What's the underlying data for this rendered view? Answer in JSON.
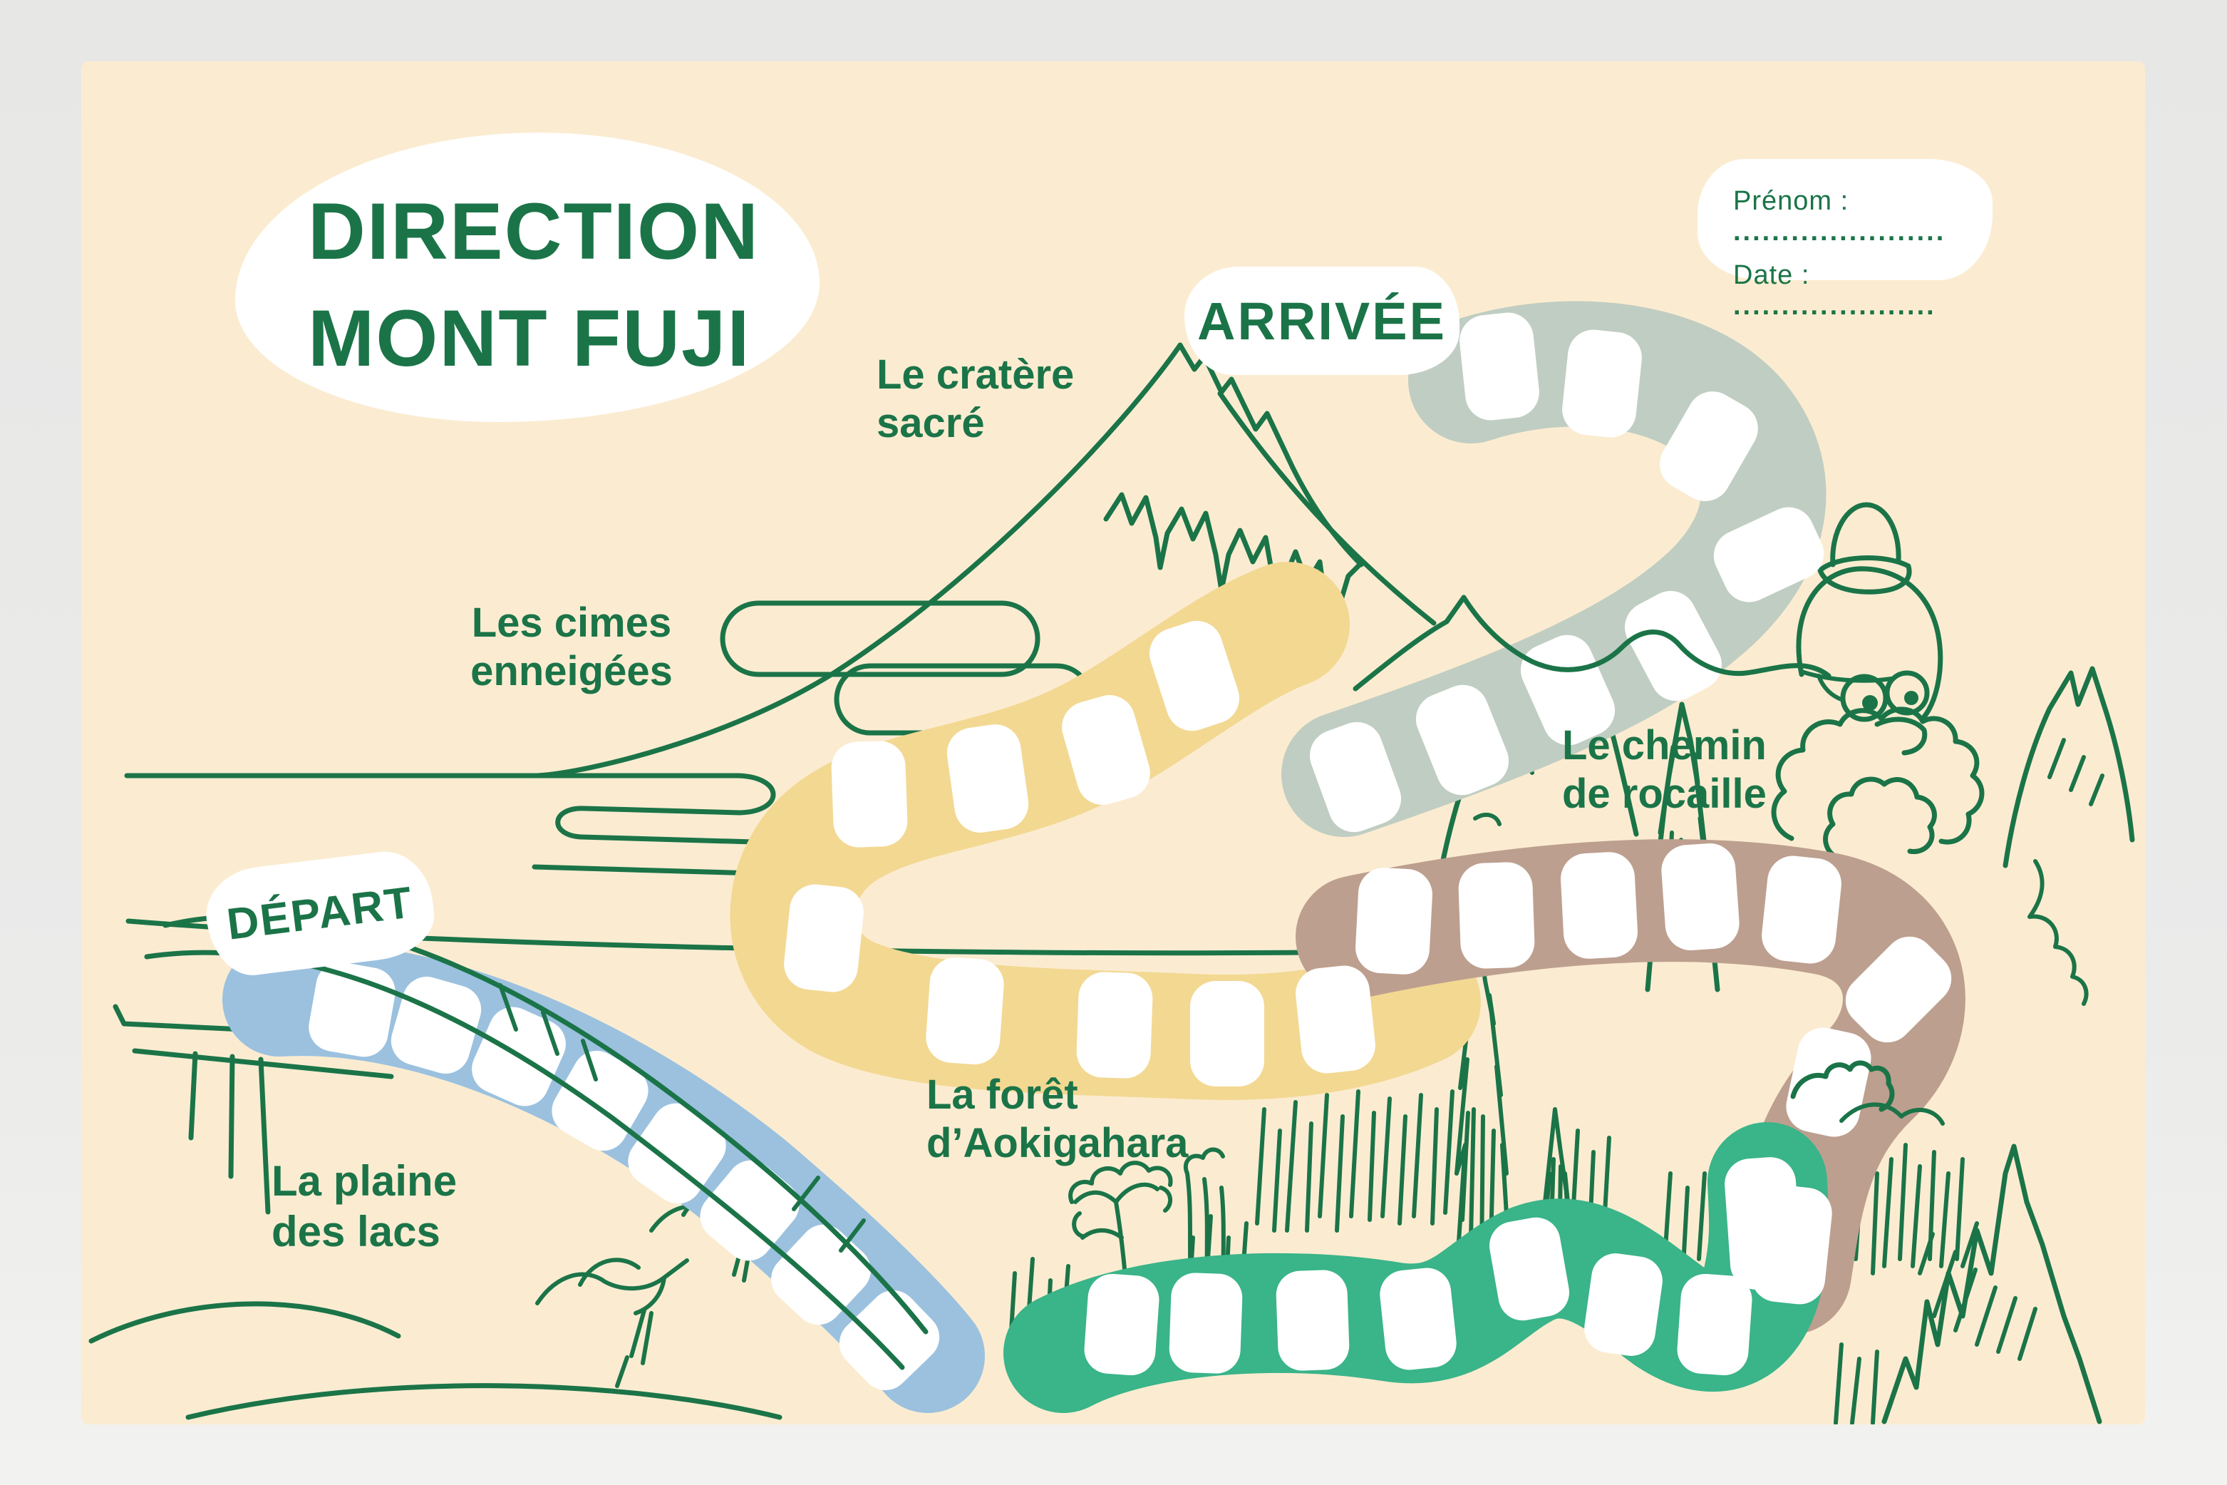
{
  "title": {
    "line1": "DIRECTION",
    "line2": "MONT FUJI"
  },
  "id_box": {
    "name_label": "Prénom :",
    "name_dots": "......................",
    "date_label": "Date :",
    "date_dots": "....................."
  },
  "markers": {
    "start": "DÉPART",
    "finish": "ARRIVÉE"
  },
  "stages": [
    {
      "id": "plaine",
      "label_line1": "La plaine",
      "label_line2": "des lacs",
      "color": "#9bc1df",
      "spaces": 8
    },
    {
      "id": "cimes",
      "label_line1": "Les cimes",
      "label_line2": "enneigées",
      "color": "#f3d892",
      "spaces": 9
    },
    {
      "id": "cratere",
      "label_line1": "Le cratère",
      "label_line2": "sacré",
      "color": "#c0cdc2",
      "spaces": 8
    },
    {
      "id": "rocaille",
      "label_line1": "Le chemin",
      "label_line2": "de rocaille",
      "color": "#bd9f8f",
      "spaces": 8
    },
    {
      "id": "foret",
      "label_line1": "La forêt",
      "label_line2": "d’Aokigahara",
      "color": "#3ab489",
      "spaces": 8
    }
  ],
  "colors": {
    "card_background": "#fbecd1",
    "page_background": "#e9e9e8",
    "ink_green": "#1b7448",
    "space_white": "#ffffff"
  }
}
